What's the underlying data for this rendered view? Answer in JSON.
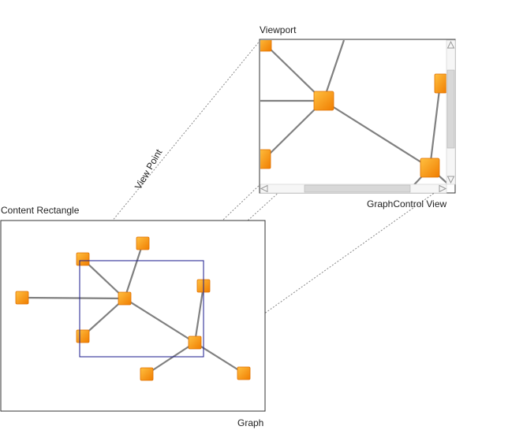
{
  "labels": {
    "viewport": "Viewport",
    "view_point": "View Point",
    "content_rectangle": "Content Rectangle",
    "graphcontrol_view": "GraphControl View",
    "graph": "Graph"
  },
  "colors": {
    "node_fill_light": "#ffb020",
    "node_fill_dark": "#f08a00",
    "edge": "#808080",
    "viewport_rect": "#1a1a8c",
    "frame": "#333333",
    "scrollbar": "#d8d8d8",
    "dotted": "#888888"
  }
}
